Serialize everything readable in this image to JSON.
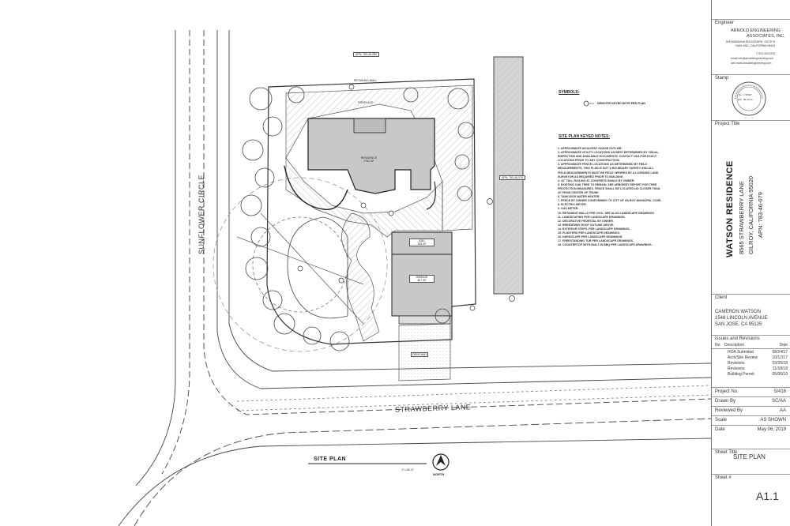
{
  "engineer": {
    "heading": "Engineer",
    "firm_line1": "ARNOLD ENGINEERING",
    "firm_line2": "ASSOCIATES, INC.",
    "address1": "505 MANDANA BOULEVARD, SUITE B",
    "address2": "OAKLAND, CALIFORNIA 94610",
    "tel": "T  510.444.0201",
    "email": "email  info@arnoldengineering.com",
    "web": "web  www.arnoldengineering.com"
  },
  "stamp": {
    "heading": "Stamp",
    "line1": "No. C 59927",
    "line2": "Exp. 06-30-21"
  },
  "project": {
    "heading": "Project Title",
    "name": "WATSON RESIDENCE",
    "address": "8565 STRAWBERRY LANE",
    "city": "GILROY, CALIFORNIA 95020",
    "apn": "APN: 783-46-079"
  },
  "client": {
    "heading": "Client",
    "name": "CAMERON WATSON",
    "street": "1548 LINCOLN AVENUE",
    "city": "SAN JOSE, CA 95125"
  },
  "revisions": {
    "heading": "Issues and Revisions",
    "col_no": "No.",
    "col_desc": "Description",
    "col_date": "Date",
    "rows": [
      {
        "desc": "HOA Submittal",
        "date": "08/24/17"
      },
      {
        "desc": "Arch/Site Review",
        "date": "10/17/17"
      },
      {
        "desc": "Revisions",
        "date": "03/26/18"
      },
      {
        "desc": "Revisions",
        "date": "11/18/18"
      },
      {
        "desc": "Building Permit",
        "date": "05/06/19"
      }
    ]
  },
  "info": [
    {
      "label": "Project No.",
      "value": "5/416"
    },
    {
      "label": "Drawn By",
      "value": "SC/AA"
    },
    {
      "label": "Reviewed By",
      "value": "AA"
    },
    {
      "label": "Scale",
      "value": "AS SHOWN"
    },
    {
      "label": "Date",
      "value": "May 06, 2019"
    }
  ],
  "sheet_title": {
    "heading": "Sheet Title",
    "value": "SITE PLAN"
  },
  "sheet_no": {
    "heading": "Sheet #",
    "value": "A1.1"
  },
  "plan": {
    "street_left": "SUNFLOWER CIRCLE",
    "street_bottom": "STRAWBERRY LANE",
    "apn_top": "APN: 783-46-080",
    "apn_right": "APN: 783-46-078",
    "residence_label": "RESIDENCE",
    "residence_area": "2752 SF",
    "adu_label": "ADU",
    "adu_area": "335 SF",
    "garage_label": "GARAGE",
    "garage_area": "467 SF",
    "title": "SITE PLAN",
    "scale": "1\"=16'-0\"",
    "north": "NORTH",
    "fireplace": "FIREPLACE",
    "retaining": "RETAINING WALL",
    "driveway": "DRIVEWAY"
  },
  "symbols": {
    "heading": "SYMBOLS:",
    "keyed": "DENOTES KEYED NOTE PER PLAN"
  },
  "keyed_notes": {
    "heading": "SITE PLAN KEYED NOTES:",
    "items": [
      "1.  APPROXIMATE ADJACENT HOUSE OUTLINE.",
      "2.  APPROXIMATE UTILITY LOCATIONS AS BEST DETERMINED BY VISUAL",
      "    INSPECTION AND AVAILABLE DOCUMENTS.  CONTACT USA FOR EXACT",
      "    LOCATIONS PRIOR TO ANY CONSTRUCTION.",
      "3.  APPROXIMATE FENCE LOCATIONS AS DETERMINED BY FIELD",
      "    MEASUREMENTS. THIS PLAN IS NOT A BOUNDARY SURVEY AND ALL",
      "    FIELD MEASUREMENTS MUST BE FIELD VERIFIED BY A LICENSED LAND",
      "    SURVEYOR AS REQUIRED PRIOR TO BUILDING.",
      "4.  42\" TALL RAILING AT CONCRETE SWALE BY OWNER.",
      "5.  EXISTING OAK TREE TO REMAIN. SEE ARBORIST REPORT FOR TREE",
      "    PROTECTION MEASURES.  FENCE SHALL BE LOCATED NO CLOSER THAN",
      "    20' FROM CENTER OF TRUNK.",
      "6.  TANKLESS WATER HEATER.",
      "7.  FENCE BY OWNER CONFORMING TO CITY OF GILROY MUNICIPAL CODE.",
      "8.  ELECTRIC METER.",
      "9.  GAS METER.",
      "10. RETAINING WALLS PER CIVIL. SEE ALSO LANDSCAPE DRAWINGS.",
      "11. LANDSCAPING PER LANDSCAPE DRAWINGS.",
      "12. DECORATIVE PEDESTAL BY OWNER.",
      "13. BREEZEWAY ROOF OUTLINE ABOVE.",
      "14. EXTERIOR STEPS. PER LANDSCAPE DRAWINGS.",
      "15. PLANTERS PER LANDSCAPE DRAWINGS.",
      "16. HARDSCAPE PER LANDSCAPE DRAWINGS.",
      "17. FREESTANDING TUB PER LANDSCAPE DRAWINGS.",
      "18. COUNTERTOP WITH BUILT IN BBQ PER LANDSCAPE DRAWINGS."
    ]
  },
  "colors": {
    "line": "#333333",
    "building": "#c8c8c8",
    "neighbor": "#cfcfcf",
    "hatch": "#888888"
  }
}
